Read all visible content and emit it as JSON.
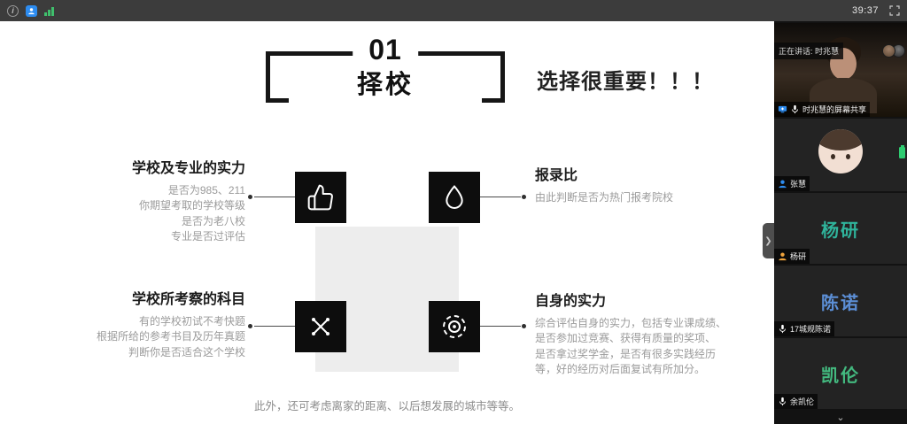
{
  "topbar": {
    "timer": "39:37",
    "icons": {
      "info_glyph": "i"
    }
  },
  "slide": {
    "number": "01",
    "title": "择校",
    "headline": "选择很重要！！！",
    "sections": {
      "s1": {
        "title": "学校及专业的实力",
        "lines": [
          "是否为985、211",
          "你期望考取的学校等级",
          "是否为老八校",
          "专业是否过评估"
        ]
      },
      "s2": {
        "title": "报录比",
        "lines": [
          "由此判断是否为热门报考院校"
        ]
      },
      "s3": {
        "title": "学校所考察的科目",
        "lines": [
          "有的学校初试不考快题",
          "根据所给的参考书目及历年真题",
          "判断你是否适合这个学校"
        ]
      },
      "s4": {
        "title": "自身的实力",
        "lines": [
          "综合评估自身的实力，包括专业课成绩、",
          "是否参加过竞赛、获得有质量的奖项、",
          "是否拿过奖学金，是否有很多实践经历",
          "等，好的经历对后面复试有所加分。"
        ]
      }
    },
    "footer": "此外，还可考虑离家的距离、以后想发展的城市等等。"
  },
  "panel": {
    "speaking": "正在讲话: 时兆慧",
    "participants": [
      {
        "label": "时兆慧的屏幕共享"
      },
      {
        "label": "张慧"
      },
      {
        "label": "杨研",
        "display": "杨研",
        "color": "#2fb39b"
      },
      {
        "label": "17城规陈诺",
        "display": "陈诺",
        "color": "#5c8fd6"
      },
      {
        "label": "余凯伦",
        "display": "凯伦",
        "color": "#43b97f"
      }
    ],
    "collapse_chevron": "❯",
    "scroll_down_chevron": "⌄"
  },
  "colors": {
    "accent_blue": "#2d8cf0",
    "signal_green": "#3fbf6c",
    "person_orange": "#f0a43c",
    "icon_black": "#0d0d0d"
  }
}
